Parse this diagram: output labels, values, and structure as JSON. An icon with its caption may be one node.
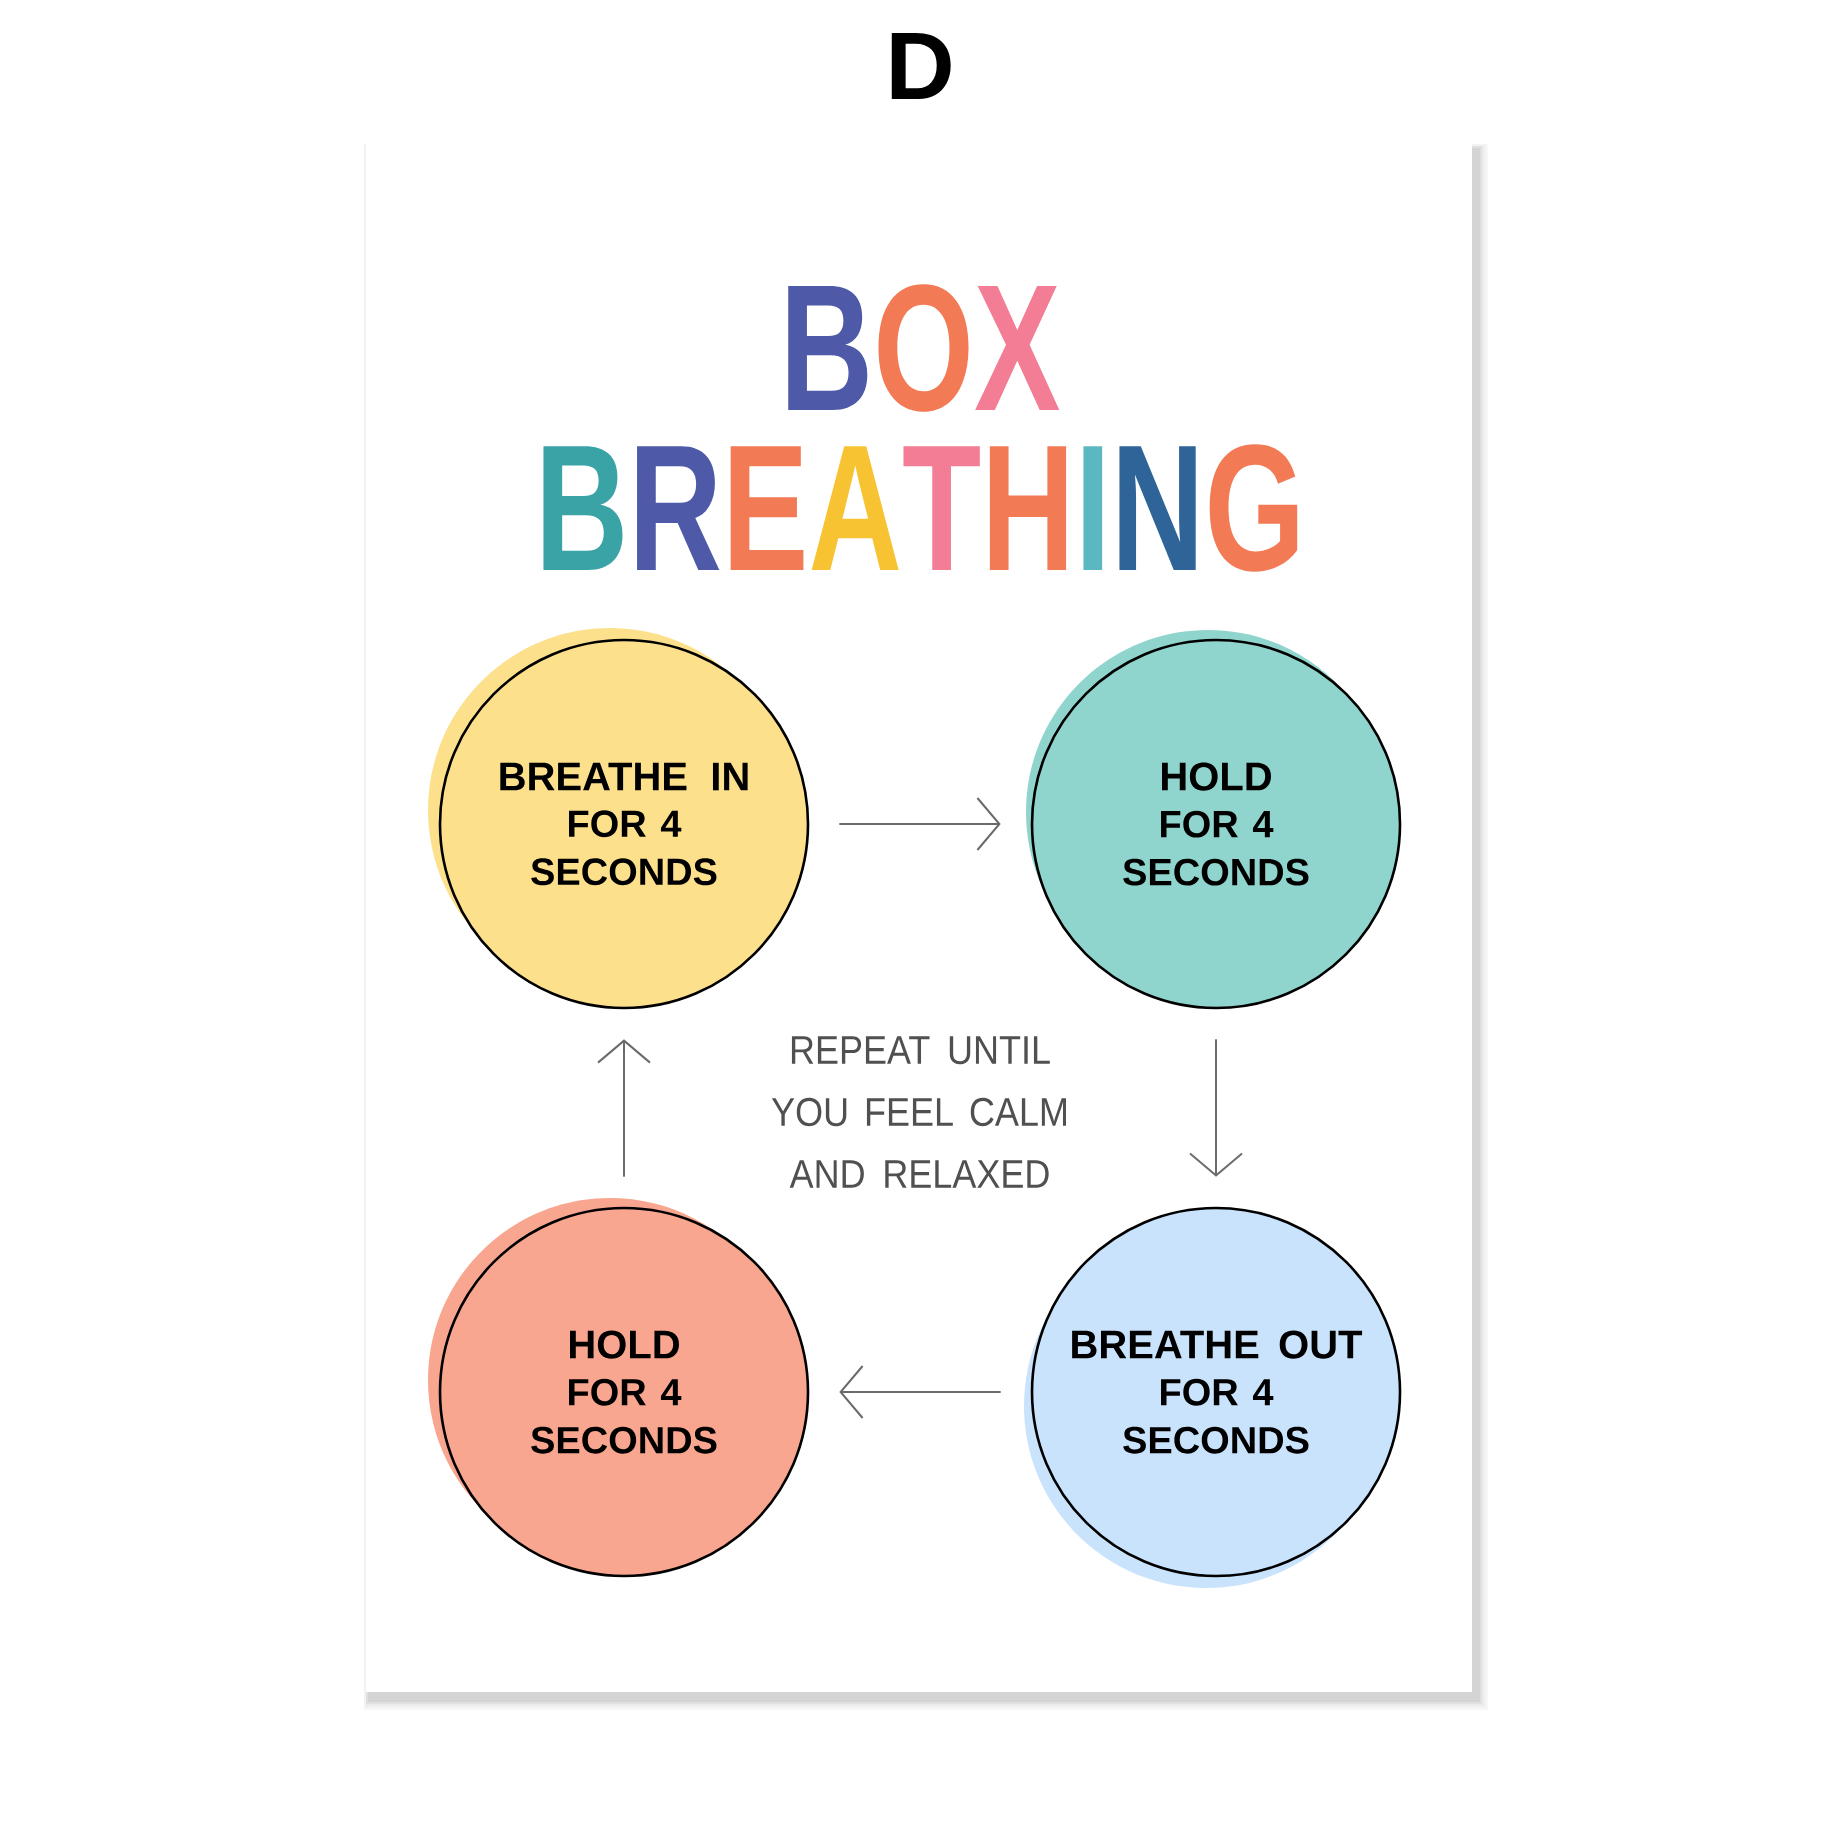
{
  "diagram": {
    "title": "BOX BREATHING",
    "nodes": [
      {
        "text": [
          "BREATHE IN",
          "FOR 4 SECONDS"
        ]
      },
      {
        "text": [
          "HOLD",
          "FOR 4 SECONDS"
        ]
      },
      {
        "text": [
          "HOLD",
          "FOR 4 SECONDS"
        ]
      },
      {
        "text": [
          "BREATHE OUT",
          "FOR 4 SECONDS"
        ]
      }
    ],
    "edges": [
      {
        "from": 0,
        "to": 1,
        "arrow": "to"
      },
      {
        "from": 1,
        "to": 3,
        "arrow": "to"
      },
      {
        "from": 3,
        "to": 2,
        "arrow": "to"
      },
      {
        "from": 2,
        "to": 0,
        "arrow": "to"
      }
    ],
    "labels": [
      "D",
      "REPEAT UNTIL YOU FEEL CALM AND RELAXED"
    ]
  }
}
